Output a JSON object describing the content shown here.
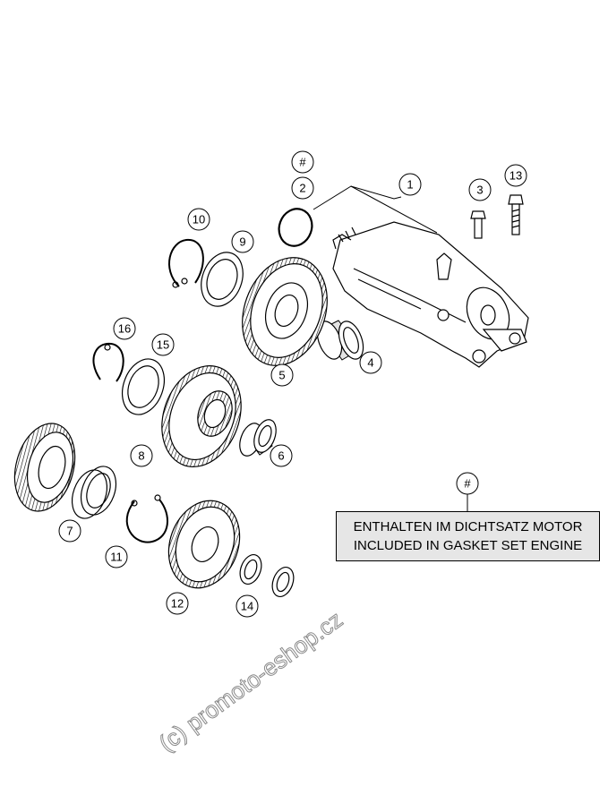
{
  "diagram": {
    "callouts": [
      {
        "id": "hash-top",
        "label": "#"
      },
      {
        "id": "c1",
        "label": "1"
      },
      {
        "id": "c2",
        "label": "2"
      },
      {
        "id": "c3",
        "label": "3"
      },
      {
        "id": "c4",
        "label": "4"
      },
      {
        "id": "c5",
        "label": "5"
      },
      {
        "id": "c6",
        "label": "6"
      },
      {
        "id": "c7",
        "label": "7"
      },
      {
        "id": "c8",
        "label": "8"
      },
      {
        "id": "c9",
        "label": "9"
      },
      {
        "id": "c10",
        "label": "10"
      },
      {
        "id": "c11",
        "label": "11"
      },
      {
        "id": "c12",
        "label": "12"
      },
      {
        "id": "c13",
        "label": "13"
      },
      {
        "id": "c14",
        "label": "14"
      },
      {
        "id": "c15",
        "label": "15"
      },
      {
        "id": "c16",
        "label": "16"
      },
      {
        "id": "hash-note",
        "label": "#"
      }
    ],
    "note": {
      "line1": "ENTHALTEN IM DICHTSATZ MOTOR",
      "line2": "INCLUDED IN GASKET SET ENGINE"
    },
    "watermark": "(c) promoto-eshop.cz"
  }
}
